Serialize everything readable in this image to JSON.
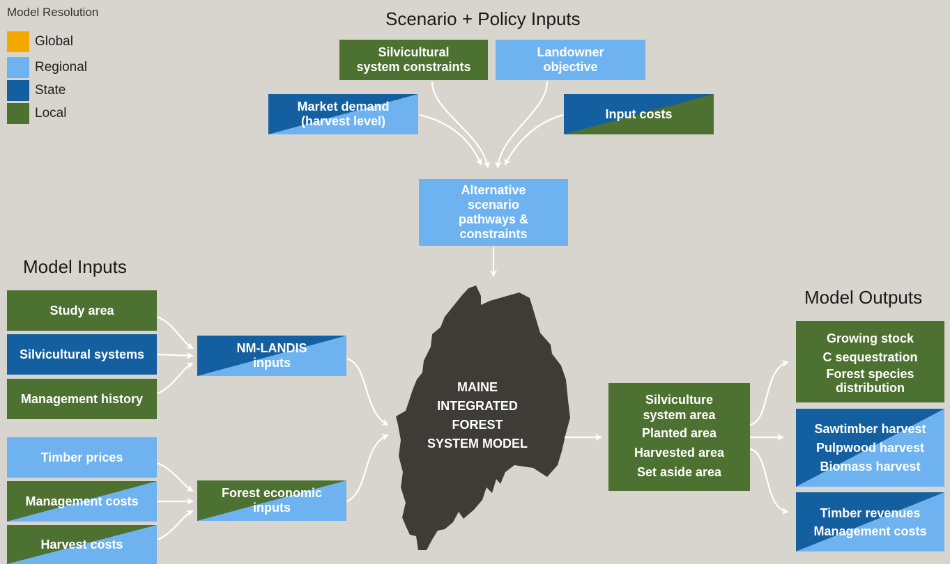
{
  "legend": {
    "title": "Model Resolution",
    "items": [
      {
        "label": "Global",
        "color": "#f5a800"
      },
      {
        "label": "Regional",
        "color": "#6eb3f0"
      },
      {
        "label": "State",
        "color": "#145fa0"
      },
      {
        "label": "Local",
        "color": "#4d7130"
      }
    ]
  },
  "sections": {
    "scenario": "Scenario + Policy Inputs",
    "inputs": "Model Inputs",
    "outputs": "Model Outputs"
  },
  "scenario": {
    "silvicultural": [
      "Silvicultural",
      "system constraints"
    ],
    "landowner": [
      "Landowner",
      "objective"
    ],
    "market": [
      "Market demand",
      "(harvest level)"
    ],
    "input_costs": [
      "Input costs"
    ],
    "alternative": [
      "Alternative",
      "scenario",
      "pathways &",
      "constraints"
    ]
  },
  "inputs": {
    "study_area": "Study area",
    "silvicultural_systems": "Silvicultural systems",
    "management_history": "Management history",
    "timber_prices": "Timber prices",
    "management_costs": "Management costs",
    "harvest_costs": "Harvest costs",
    "nm_landis": [
      "NM-LANDIS",
      "inputs"
    ],
    "forest_economic": [
      "Forest economic",
      "inputs"
    ]
  },
  "model": {
    "label": [
      "MAINE",
      "INTEGRATED",
      "FOREST",
      "SYSTEM MODEL"
    ],
    "results": [
      "Silviculture",
      "system area",
      "Planted area",
      "Harvested area",
      "Set aside area"
    ]
  },
  "outputs": {
    "ecological": [
      "Growing stock",
      "C sequestration",
      "Forest species",
      "distribution"
    ],
    "harvest": [
      "Sawtimber harvest",
      "Pulpwood harvest",
      "Biomass harvest"
    ],
    "economic": [
      "Timber revenues",
      "Management costs"
    ]
  }
}
